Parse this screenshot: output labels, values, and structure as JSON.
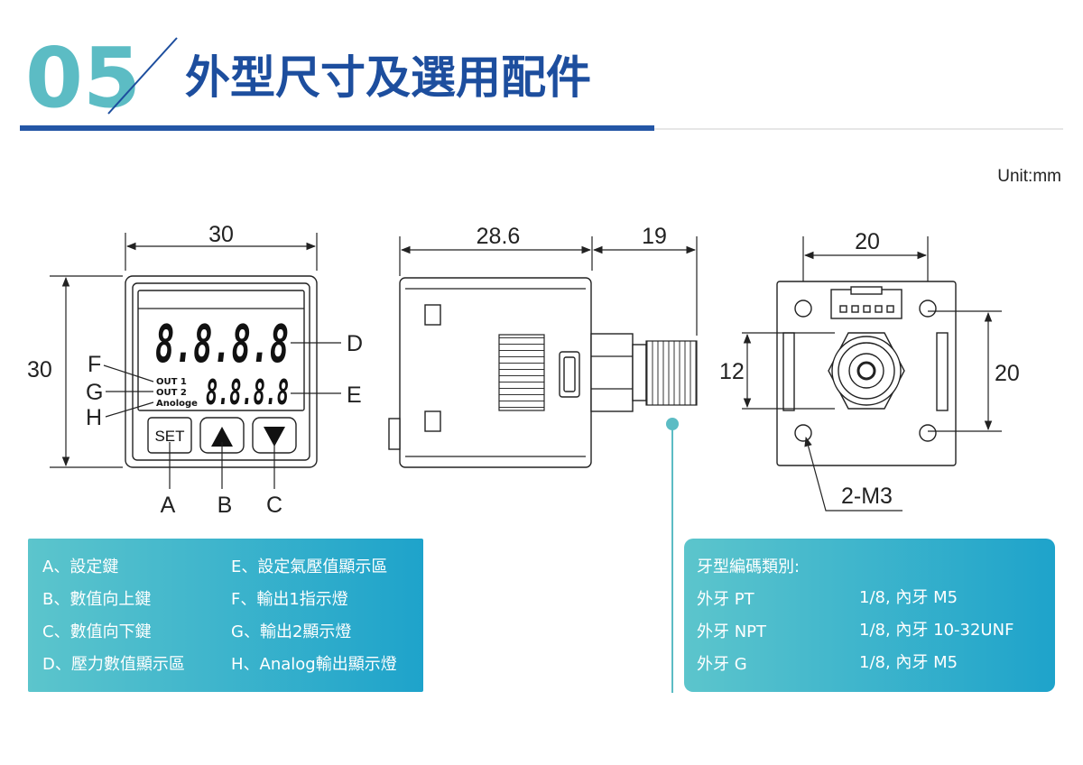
{
  "header": {
    "number": "05",
    "title": "外型尺寸及選用配件"
  },
  "unit_label": "Unit:mm",
  "front_view": {
    "dim_width": "30",
    "dim_height": "30",
    "display_main": "8.8.8.8",
    "display_sub": "8.8.8.8",
    "indicators": [
      "OUT 1",
      "OUT 2",
      "Anologe"
    ],
    "set_button": "SET",
    "callouts": {
      "A": "A",
      "B": "B",
      "C": "C",
      "D": "D",
      "E": "E",
      "F": "F",
      "G": "G",
      "H": "H"
    }
  },
  "side_view": {
    "dim_body": "28.6",
    "dim_thread": "19"
  },
  "back_view": {
    "dim_width": "20",
    "dim_left": "12",
    "dim_right": "20",
    "hole_label": "2-M3"
  },
  "legend_left": {
    "col1": [
      "A、設定鍵",
      "B、數值向上鍵",
      "C、數值向下鍵",
      "D、壓力數值顯示區"
    ],
    "col2": [
      "E、設定氣壓值顯示區",
      "F、輸出1指示燈",
      "G、輸出2顯示燈",
      "H、Analog輸出顯示燈"
    ]
  },
  "legend_right": {
    "title": "牙型編碼類別:",
    "rows": [
      {
        "external": "外牙 PT",
        "internal": "1/8, 內牙 M5"
      },
      {
        "external": "外牙 NPT",
        "internal": "1/8, 內牙 10-32UNF"
      },
      {
        "external": "外牙 G",
        "internal": "1/8, 內牙 M5"
      }
    ]
  },
  "colors": {
    "accent_teal": "#5cbcc4",
    "title_blue": "#1d4e9e",
    "rule_blue": "#2456a6",
    "panel_start": "#5cc5cc",
    "panel_end": "#1ea3cb"
  }
}
